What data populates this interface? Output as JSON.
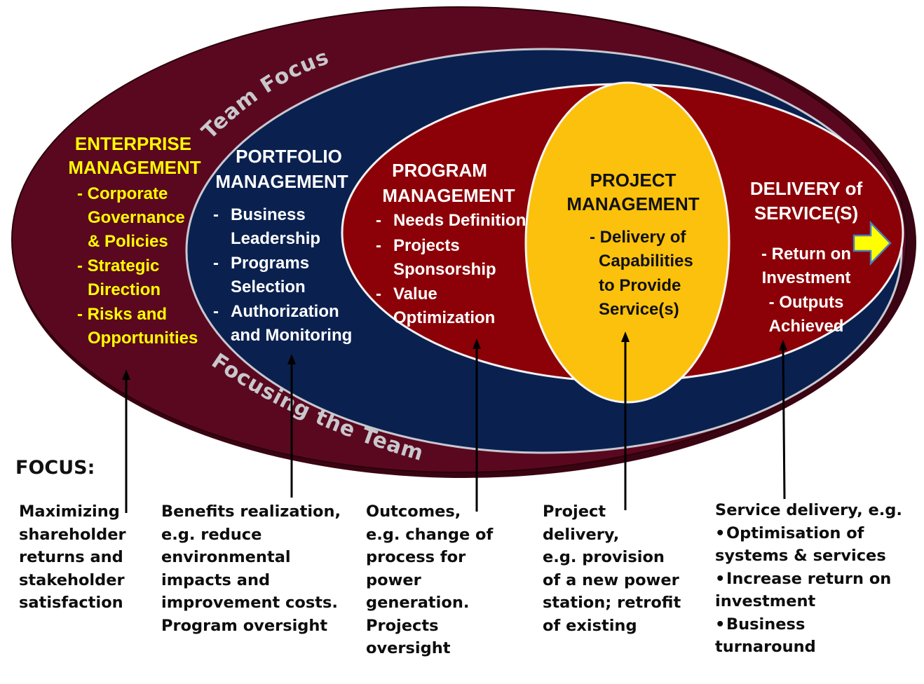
{
  "colors": {
    "outer_fill": "#5a0820",
    "portfolio_fill": "#0a2150",
    "program_fill": "#8c0007",
    "project_fill": "#fcc10c",
    "yellow_text": "#ffff00",
    "white_text": "#ffffff",
    "dark_text": "#111111",
    "arrow_fill": "#ffff00",
    "arc_text": "#c8c8cc"
  },
  "arc_labels": {
    "team_focus": "Team Focus",
    "focusing_the_team": "Focusing the Team"
  },
  "enterprise": {
    "title_1": "ENTERPRISE",
    "title_2": "MANAGEMENT",
    "l1": "- Corporate",
    "l2": "Governance",
    "l3": "& Policies",
    "l4": "- Strategic",
    "l5": "Direction",
    "l6": "- Risks and",
    "l7": "Opportunities"
  },
  "portfolio": {
    "title_1": "PORTFOLIO",
    "title_2": "MANAGEMENT",
    "d1": "-",
    "i1a": "Business",
    "i1b": "Leadership",
    "d2": "-",
    "i2a": "Programs",
    "i2b": "Selection",
    "d3": "-",
    "i3a": "Authorization",
    "i3b": "and Monitoring"
  },
  "program": {
    "title_1": "PROGRAM",
    "title_2": "MANAGEMENT",
    "d1": "-",
    "i1a": "Needs Definition",
    "d2": "-",
    "i2a": "Projects",
    "i2b": "Sponsorship",
    "d3": "-",
    "i3a": "Value",
    "i3b": "Optimization"
  },
  "project": {
    "title_1": "PROJECT",
    "title_2": "MANAGEMENT",
    "l1": "- Delivery of",
    "l2": "Capabilities",
    "l3": "to Provide",
    "l4": "Service(s)"
  },
  "delivery": {
    "title_1": "DELIVERY of",
    "title_2": "SERVICE(S)",
    "l1": "- Return on",
    "l2": "Investment",
    "l3": "- Outputs",
    "l4": "Achieved"
  },
  "focus": {
    "label": "FOCUS:",
    "col1": [
      "Maximizing",
      "shareholder",
      "returns and",
      "stakeholder",
      "satisfaction"
    ],
    "col2": [
      "Benefits realization,",
      "e.g. reduce",
      "environmental",
      "impacts and",
      "improvement costs.",
      "Program oversight"
    ],
    "col3": [
      "Outcomes,",
      "e.g. change of",
      "process for",
      "power",
      "generation.",
      "Projects",
      "oversight"
    ],
    "col4": [
      "Project",
      "delivery,",
      "e.g. provision",
      "of a new power",
      "station; retrofit",
      "of existing"
    ],
    "col5_head": "Service delivery, e.g.",
    "col5_bullet": "•",
    "col5_b1": [
      "Optimisation of",
      "systems & services"
    ],
    "col5_b2": [
      "Increase return on",
      "investment"
    ],
    "col5_b3": [
      "Business",
      "turnaround"
    ]
  }
}
